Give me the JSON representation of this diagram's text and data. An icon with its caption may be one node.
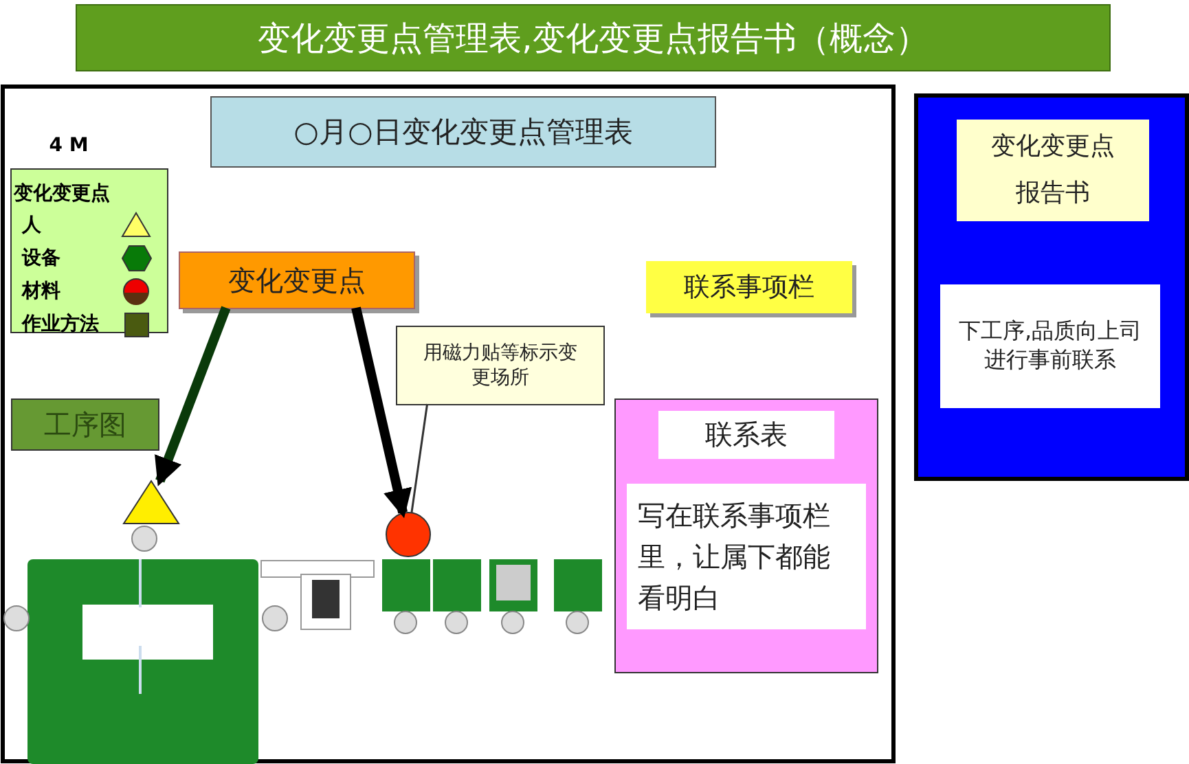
{
  "diagram": {
    "title": "变化变更点管理表,变化变更点报告书（概念）",
    "nodes": [
      {
        "text": [
          "○月○日变化变更点管理表"
        ]
      },
      {
        "text": [
          "工序图"
        ]
      },
      {
        "text": [
          "变化变更点"
        ]
      },
      {
        "text": [
          "用磁力贴等标示变更场所"
        ]
      },
      {
        "text": [],
        "shape": "triangle"
      },
      {
        "text": [],
        "shape": "circle"
      },
      {
        "text": [
          "联系事项栏"
        ]
      },
      {
        "text": [
          "联系表",
          "写在联系事项栏里，让属下都能看明白"
        ]
      },
      {
        "text": [],
        "shape": "box"
      },
      {
        "text": [
          "变化变更点报告书"
        ],
        "in": 8
      },
      {
        "text": [
          "下工序,品质向上司进行事前联系"
        ],
        "in": 8
      }
    ],
    "edges": [
      {
        "from": 2,
        "to": 4,
        "arrow": "to"
      },
      {
        "from": 2,
        "to": 5,
        "arrow": "to"
      },
      {
        "from": 3,
        "to": 5,
        "arrow": "none"
      }
    ],
    "labels": [
      "4 M",
      "变化变更点"
    ],
    "legend": [
      {
        "text": "人"
      },
      {
        "text": "设备"
      },
      {
        "text": "材料"
      },
      {
        "text": "作业方法"
      }
    ]
  }
}
